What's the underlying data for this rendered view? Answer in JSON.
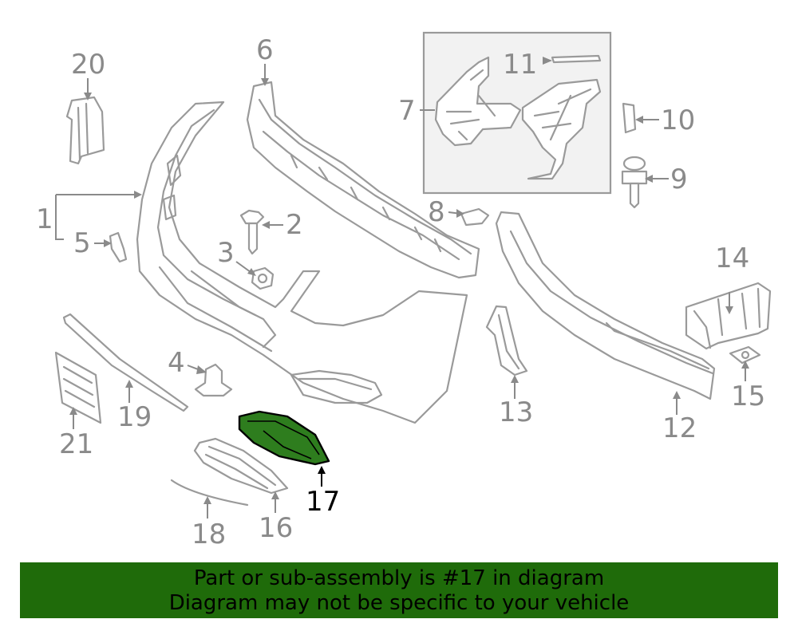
{
  "diagram": {
    "callouts": {
      "n1": "1",
      "n2": "2",
      "n3": "3",
      "n4": "4",
      "n5": "5",
      "n6": "6",
      "n7": "7",
      "n8": "8",
      "n9": "9",
      "n10": "10",
      "n11": "11",
      "n12": "12",
      "n13": "13",
      "n14": "14",
      "n15": "15",
      "n16": "16",
      "n17": "17",
      "n18": "18",
      "n19": "19",
      "n20": "20",
      "n21": "21"
    },
    "highlight_part": "17",
    "colors": {
      "line": "#9a9a9a",
      "highlight_fill": "#2e7d1e",
      "banner": "#1f6b0a"
    }
  },
  "banner": {
    "line1": "Part or sub-assembly is #17 in diagram",
    "line2": "Diagram may not be specific to your vehicle"
  }
}
